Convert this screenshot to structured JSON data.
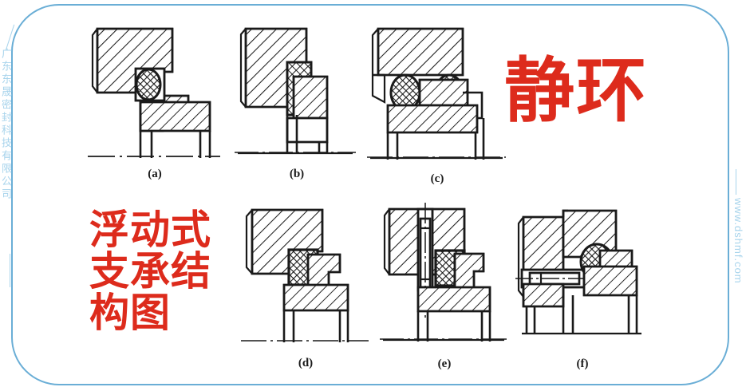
{
  "document": {
    "type": "technical-diagram",
    "subject": "mechanical seal floating support structures"
  },
  "frame": {
    "border_color": "#6aaed6",
    "background": "#ffffff"
  },
  "watermarks": {
    "left": "广东东晟密封科技有限公司",
    "right": "www.dshmf.com",
    "color": "#a8d4ec"
  },
  "annotations": {
    "stationary_ring": {
      "text": "静环",
      "color": "#dd2b1c"
    },
    "floating_support": {
      "text": "浮动式\n支承结\n构图",
      "color": "#dd2b1c"
    }
  },
  "figures": [
    {
      "id": "a",
      "label": "(a)",
      "description": "single round O-ring seated in corner groove, stepped seat ring"
    },
    {
      "id": "b",
      "label": "(b)",
      "description": "vertical rectangular elastomer seal between housing bore and ring"
    },
    {
      "id": "c",
      "label": "(c)",
      "description": "two round O-rings side by side under housing shoulder"
    },
    {
      "id": "d",
      "label": "(d)",
      "description": "rectangular elastomer seal in axial corner pocket"
    },
    {
      "id": "e",
      "label": "(e)",
      "description": "anti-rotation dowel pin with centreline plus O-ring seal"
    },
    {
      "id": "f",
      "label": "(f)",
      "description": "radial drive pin through housing with O-ring seal"
    }
  ],
  "drawing_style": {
    "line_color": "#1a1a1a",
    "hatch_angle_deg": 45,
    "hatch_note": "section hatching, parallel 45 degree lines",
    "oring_fill": "cross-hatch diamond mesh"
  }
}
